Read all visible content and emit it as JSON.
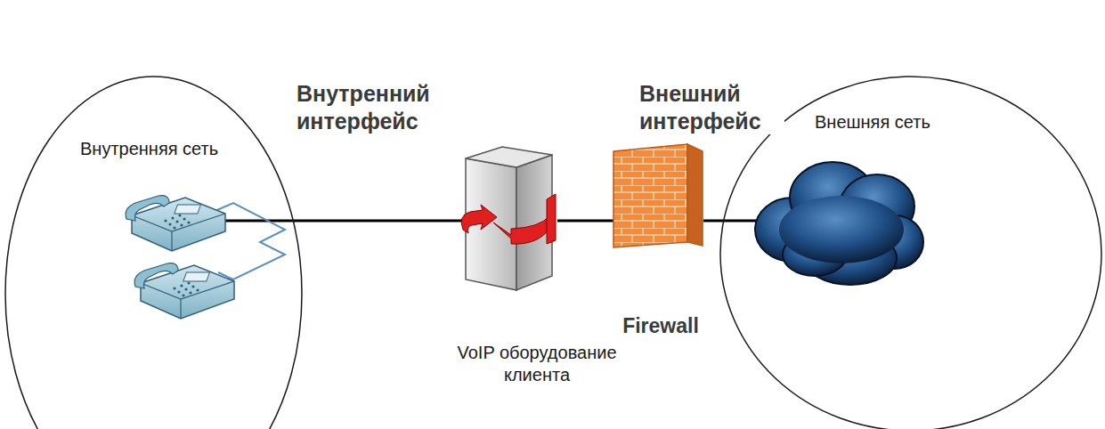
{
  "diagram": {
    "nodes": [
      {
        "text": [
          "Внутренняя сеть"
        ]
      },
      {
        "text": [
          "VoIP оборудование клиента"
        ]
      },
      {
        "text": [
          "Firewall"
        ]
      },
      {
        "text": [
          "Внешняя сеть"
        ]
      }
    ],
    "edges": [
      {
        "from": 0,
        "to": 1,
        "arrow": "none"
      },
      {
        "from": 1,
        "to": 2,
        "arrow": "none"
      },
      {
        "from": 2,
        "to": 3,
        "arrow": "none"
      }
    ],
    "labels": [
      "Внутренний интерфейс",
      "Внешний интерфейс"
    ]
  }
}
